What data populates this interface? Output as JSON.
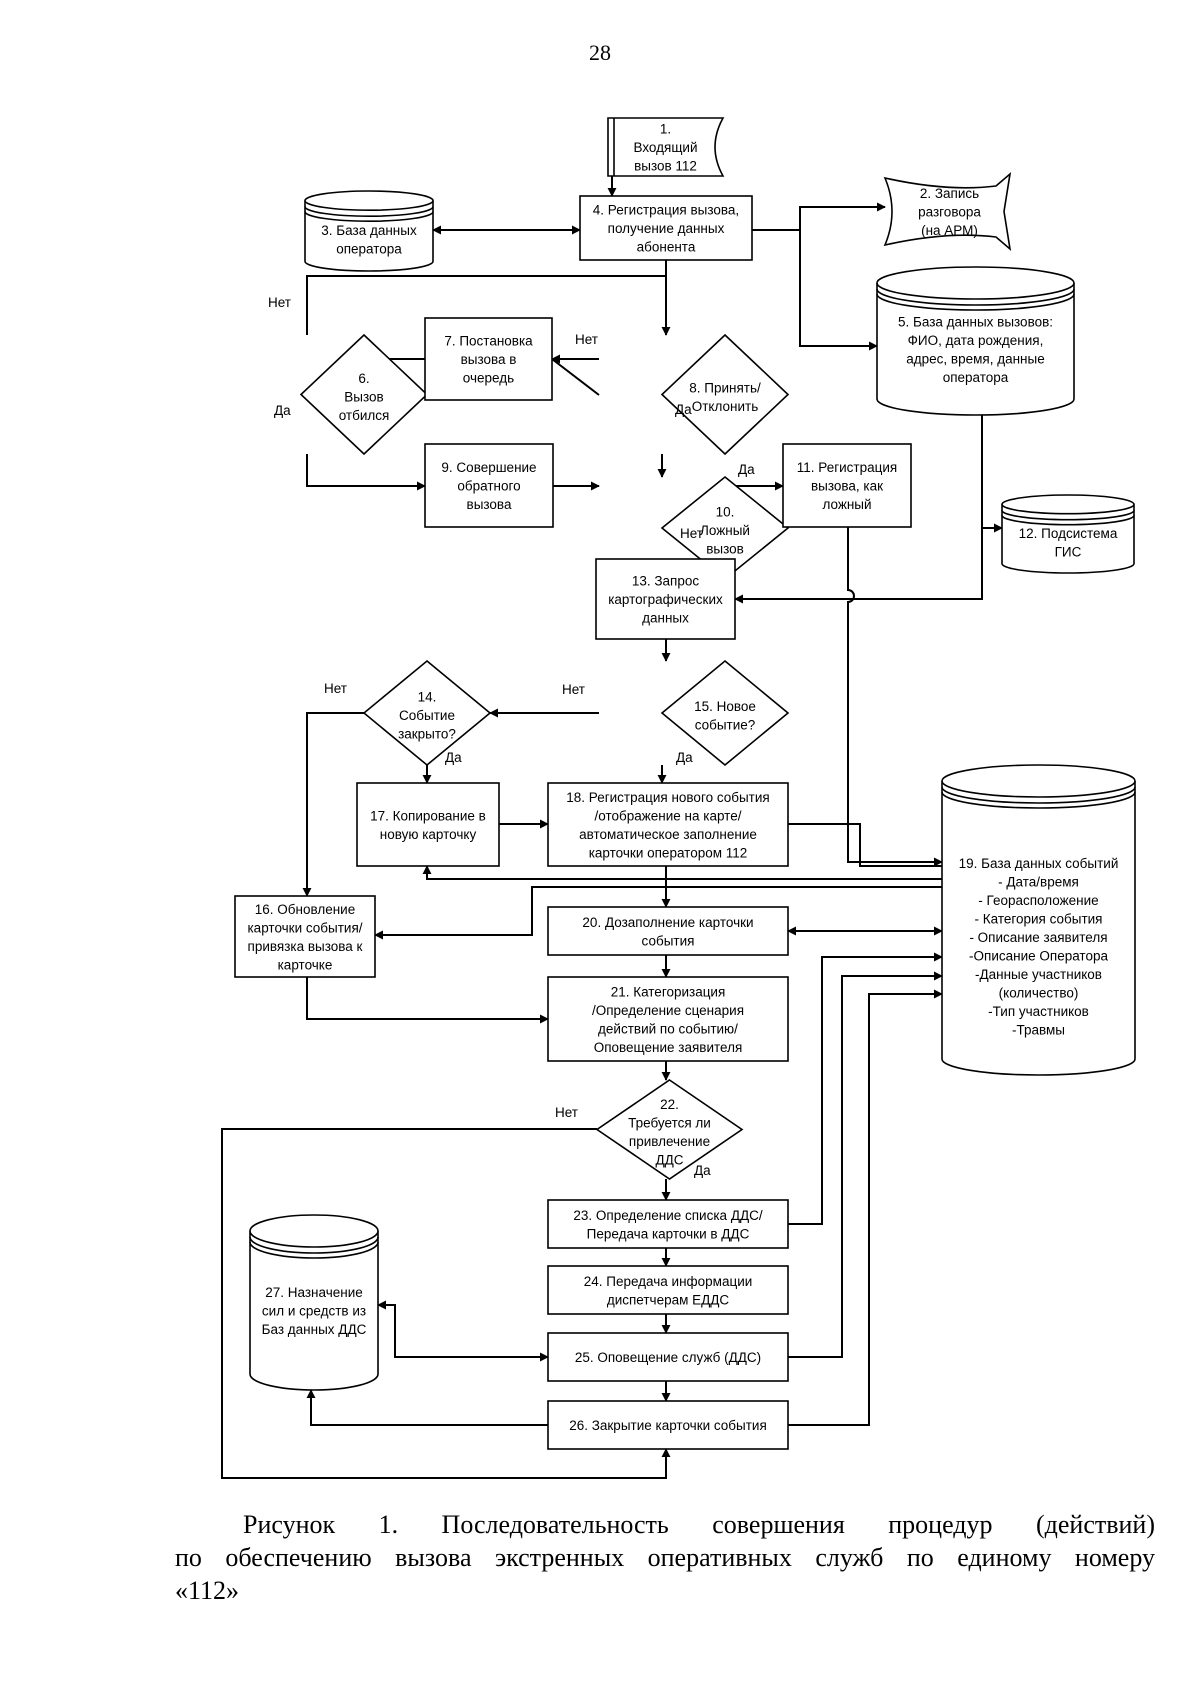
{
  "page_number": "28",
  "diagram": {
    "nodes": {
      "n1": [
        "1.",
        "Входящий",
        "вызов 112"
      ],
      "n2": [
        "2. Запись",
        "разговора",
        "(на АРМ)"
      ],
      "n3": [
        "3. База данных",
        "оператора"
      ],
      "n4": [
        "4. Регистрация вызова,",
        "получение данных",
        "абонента"
      ],
      "n5": [
        "5. База данных вызовов:",
        "ФИО, дата рождения,",
        "адрес, время, данные",
        "оператора"
      ],
      "n6": [
        "6.",
        "Вызов",
        "отбился"
      ],
      "n7": [
        "7. Постановка",
        "вызова в",
        "очередь"
      ],
      "n8": [
        "8. Принять/",
        "Отклонить"
      ],
      "n9": [
        "9. Совершение",
        "обратного",
        "вызова"
      ],
      "n10": [
        "10.",
        "Ложный",
        "вызов"
      ],
      "n11": [
        "11. Регистрация",
        "вызова, как",
        "ложный"
      ],
      "n12": [
        "12. Подсистема",
        "ГИС"
      ],
      "n13": [
        "13. Запрос",
        "картографических",
        "данных"
      ],
      "n14": [
        "14.",
        "Событие",
        "закрыто?"
      ],
      "n15": [
        "15. Новое",
        "событие?"
      ],
      "n16": [
        "16. Обновление",
        "карточки события/",
        "привязка вызова к",
        "карточке"
      ],
      "n17": [
        "17. Копирование в",
        "новую карточку"
      ],
      "n18": [
        "18. Регистрация нового события",
        "/отображение на карте/",
        "автоматическое заполнение",
        "карточки оператором 112"
      ],
      "n19": [
        "19. База данных событий",
        "- Дата/время",
        "- Георасположение",
        "- Категория события",
        "- Описание заявителя",
        "-Описание Оператора",
        "-Данные участников",
        "(количество)",
        "-Тип участников",
        "-Травмы"
      ],
      "n20": [
        "20. Дозаполнение карточки",
        "события"
      ],
      "n21": [
        "21. Категоризация",
        "/Определение сценария",
        "действий по событию/",
        "Оповещение заявителя"
      ],
      "n22": [
        "22.",
        "Требуется ли",
        "привлечение",
        "ДДС"
      ],
      "n23": [
        "23. Определение списка ДДС/",
        "Передача карточки в ДДС"
      ],
      "n24": [
        "24. Передача информации",
        "диспетчерам ЕДДС"
      ],
      "n25": [
        "25. Оповещение служб (ДДС)"
      ],
      "n26": [
        "26. Закрытие карточки события"
      ],
      "n27": [
        "27. Назначение",
        "сил и средств из",
        "Баз данных ДДС"
      ]
    },
    "labels": {
      "yes": "Да",
      "no": "Нет"
    }
  },
  "caption": {
    "line1": "Рисунок 1. Последовательность совершения процедур (действий)",
    "line2": "по обеспечению вызова экстренных оперативных служб по единому номеру",
    "line3": "«112»"
  }
}
